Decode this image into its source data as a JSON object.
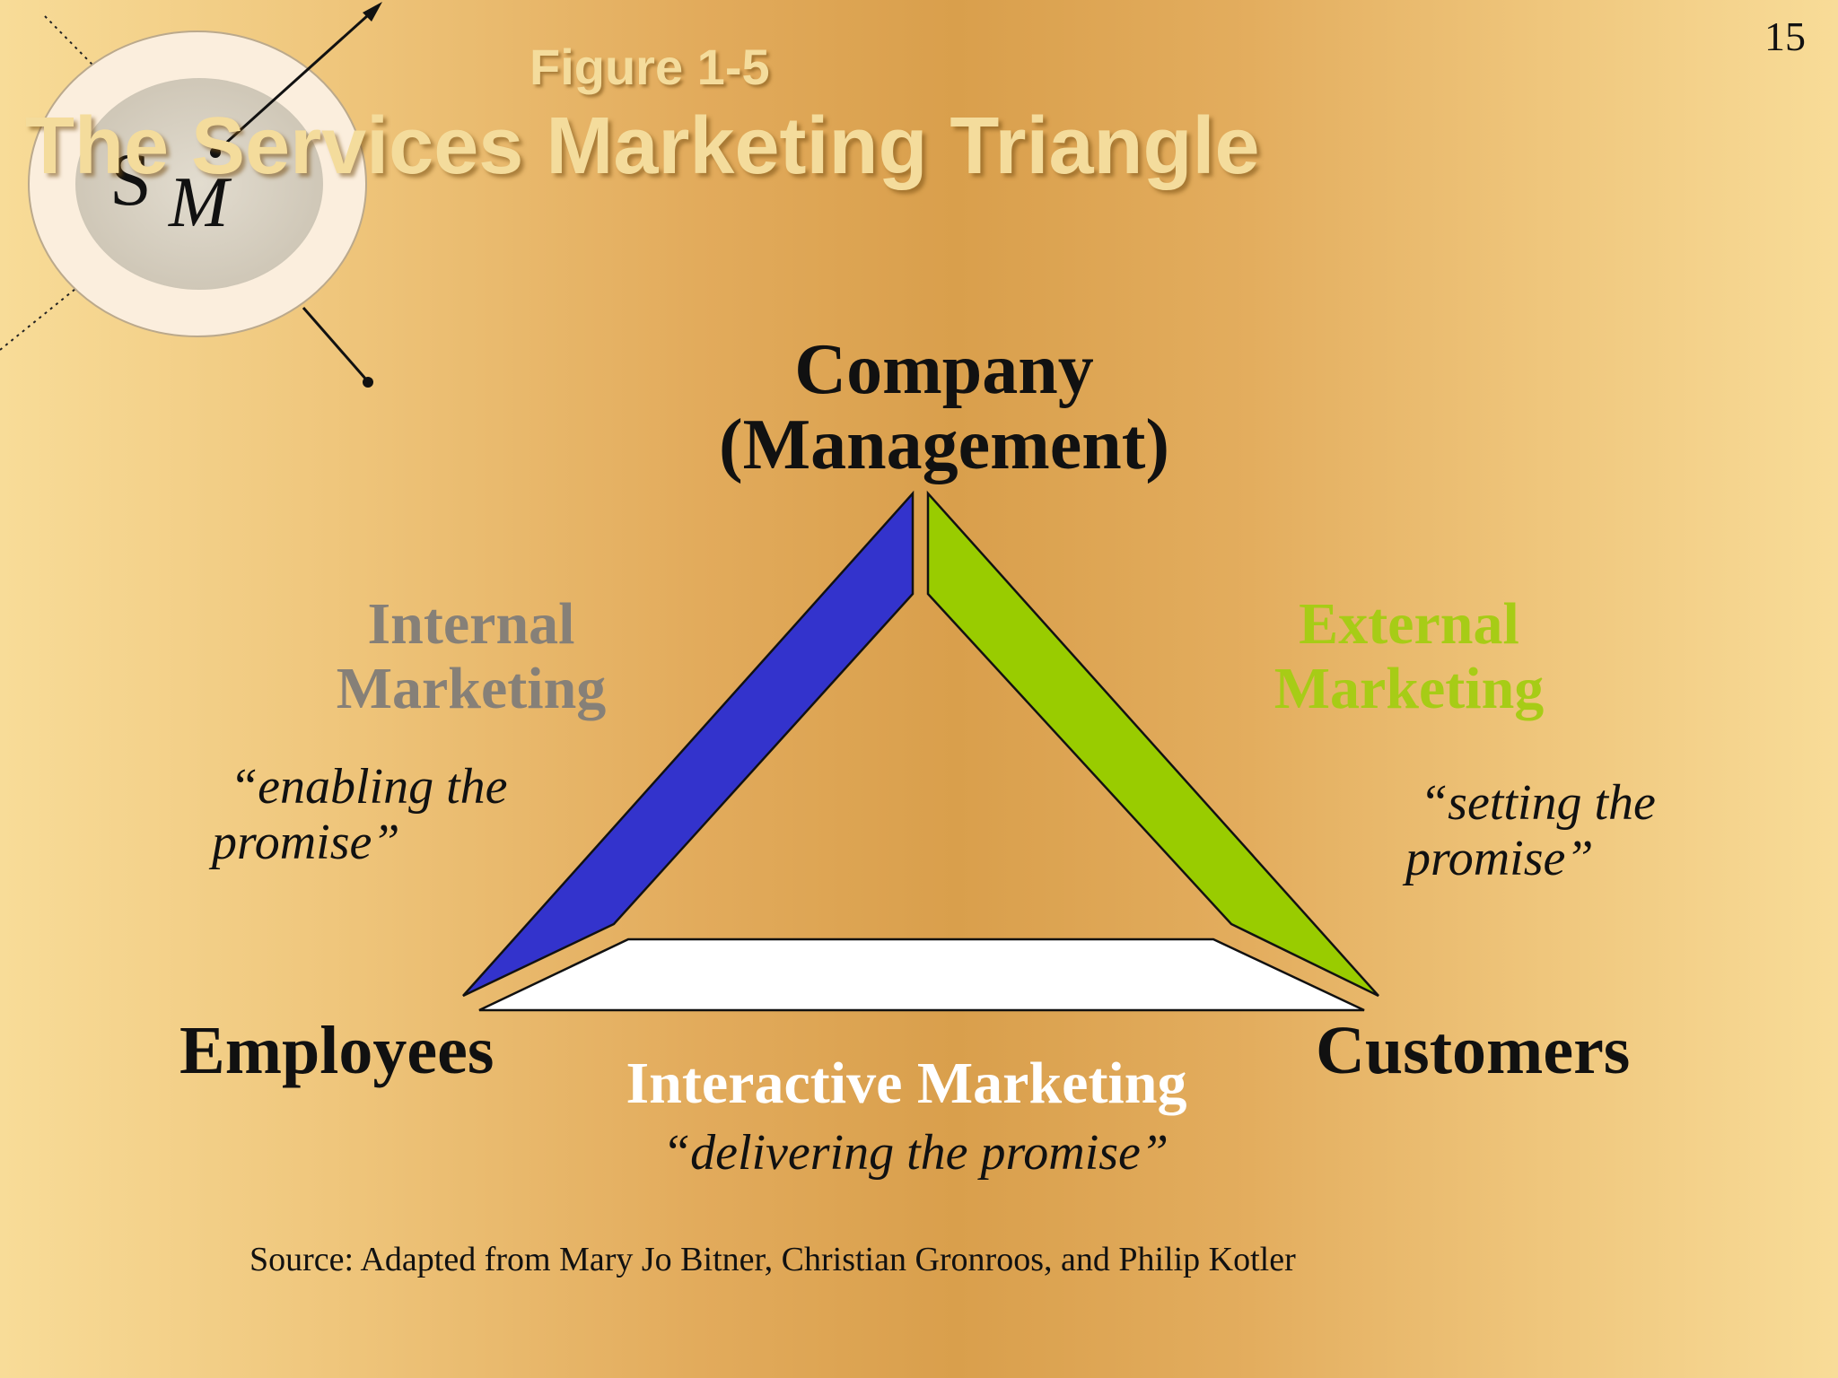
{
  "page_number": "15",
  "figure_label": "Figure 1-5",
  "title": "The Services Marketing Triangle",
  "logo": {
    "letter_s": "S",
    "letter_m": "M"
  },
  "vertices": {
    "top": [
      "Company",
      "(Management)"
    ],
    "left": "Employees",
    "right": "Customers"
  },
  "sides": {
    "internal": {
      "title": [
        "Internal",
        "Marketing"
      ],
      "quote": [
        "“enabling the",
        "promise”"
      ],
      "color": "#3333cc"
    },
    "external": {
      "title": [
        "External",
        "Marketing"
      ],
      "quote": [
        "“setting the",
        "promise”"
      ],
      "color": "#99cc00"
    },
    "interactive": {
      "title": "Interactive Marketing",
      "quote": "“delivering the promise”",
      "color": "#ffffff"
    }
  },
  "source": "Source:  Adapted from Mary Jo Bitner, Christian Gronroos, and Philip Kotler"
}
